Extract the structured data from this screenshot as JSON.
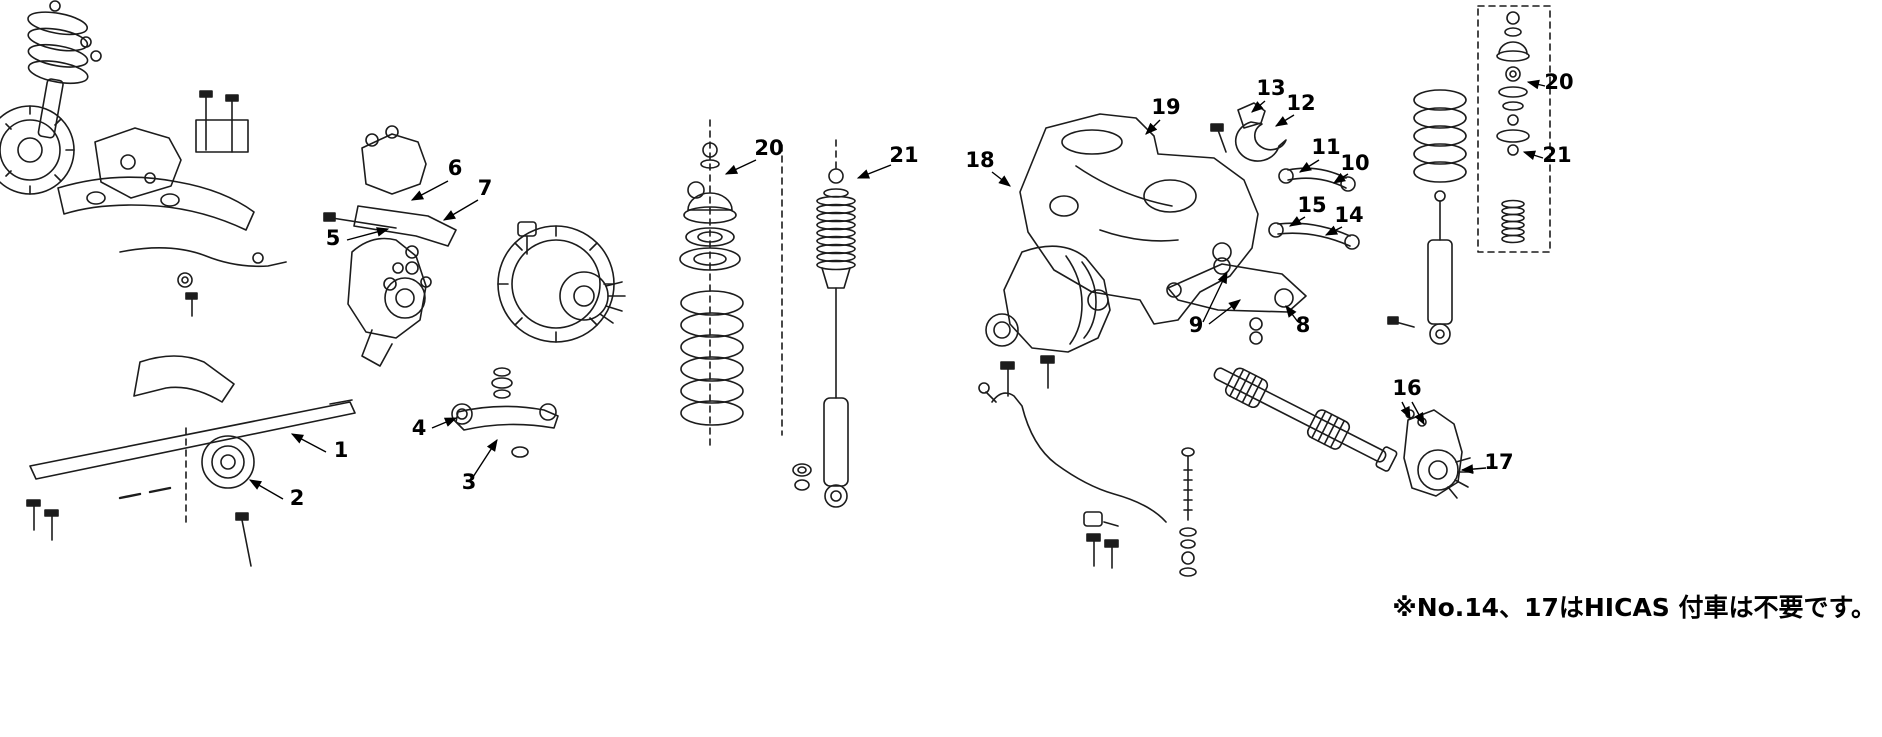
{
  "diagram": {
    "note": "※No.14、17はHICAS 付車は不要です。",
    "colors": {
      "background": "#ffffff",
      "line": "#1c1c1c",
      "text": "#000000"
    },
    "callouts": {
      "c1": {
        "label": "1"
      },
      "c2": {
        "label": "2"
      },
      "c3": {
        "label": "3"
      },
      "c4": {
        "label": "4"
      },
      "c5": {
        "label": "5"
      },
      "c6": {
        "label": "6"
      },
      "c7": {
        "label": "7"
      },
      "c8": {
        "label": "8"
      },
      "c9": {
        "label": "9"
      },
      "c10": {
        "label": "10"
      },
      "c11": {
        "label": "11"
      },
      "c12": {
        "label": "12"
      },
      "c13": {
        "label": "13"
      },
      "c14": {
        "label": "14"
      },
      "c15": {
        "label": "15"
      },
      "c16": {
        "label": "16"
      },
      "c17": {
        "label": "17"
      },
      "c18": {
        "label": "18"
      },
      "c19": {
        "label": "19"
      },
      "c20": {
        "label": "20"
      },
      "c21": {
        "label": "21"
      },
      "c20_right": {
        "label": "20"
      },
      "c21_right": {
        "label": "21"
      }
    }
  }
}
